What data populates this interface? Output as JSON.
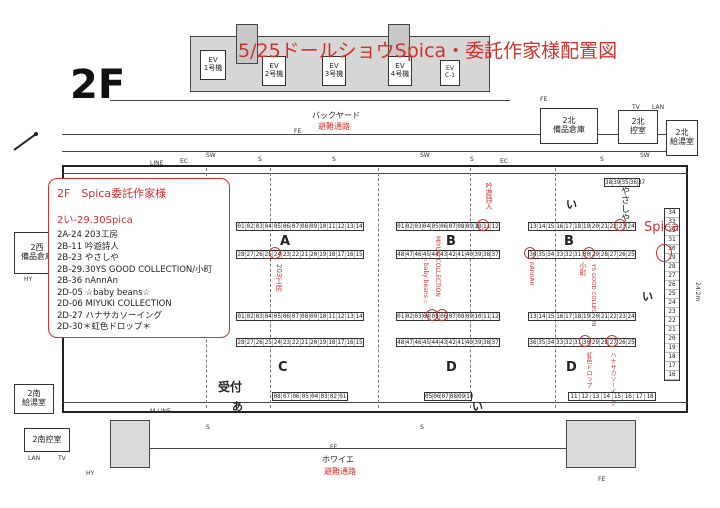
{
  "title": "5/25ドールショウSpica・委託作家様配置図",
  "floor": "2F",
  "legend": {
    "heading": "2F　Spica委託作家様",
    "range": "2い-29.30Spica",
    "items": [
      "2A-24 203工房",
      "2B-11 吟遊詩人",
      "2B-23 やさしや",
      "2B-29.30YS GOOD COLLECTION/小町",
      "2B-36 nAnnAn",
      "2D-05 ☆baby beans☆",
      "2D-06 MIYUKI COLLECTION",
      "2D-27 ハナサカソーイング",
      "2D-30＊虹色ドロップ＊"
    ]
  },
  "areas": {
    "backyard": "バックヤード",
    "evac_top": "避難通路",
    "foyer": "ホワイエ",
    "evac_bottom": "避難通路",
    "storage_north": "2北\n備品倉庫",
    "control_north": "2北\n控室",
    "kitchen_north": "2北\n給湯室",
    "storage_west": "2西\n備品倉庫",
    "kitchen_south": "2南\n給湯室",
    "control_south": "2南控室",
    "reception": "受付",
    "spica": "Spica"
  },
  "elevators": [
    "EV\n1号機",
    "EV\n2号機",
    "EV\n3号機",
    "EV\n4号機",
    "EV\nC-1"
  ],
  "misc_labels": {
    "lan": "LAN",
    "tv": "TV",
    "hy": "HY",
    "fe": "FE",
    "sw": "SW",
    "ec": "EC",
    "s": "S",
    "line": "LINE",
    "mline": "M-LINE",
    "dim": "24.2m"
  },
  "blocks": {
    "A": "A",
    "B1": "B",
    "B2": "B",
    "C": "C",
    "D1": "D",
    "D2": "D",
    "i1": "い",
    "i2": "い",
    "i3": "い",
    "a": "あ"
  },
  "rows": {
    "A_top": [
      "01",
      "02",
      "03",
      "04",
      "05",
      "06",
      "07",
      "08",
      "09",
      "10",
      "11",
      "12",
      "13",
      "14"
    ],
    "A_bot": [
      "28",
      "27",
      "26",
      "25",
      "24",
      "23",
      "22",
      "21",
      "20",
      "19",
      "18",
      "17",
      "16",
      "15"
    ],
    "C_top": [
      "01",
      "02",
      "03",
      "04",
      "05",
      "06",
      "07",
      "08",
      "09",
      "10",
      "11",
      "12",
      "13",
      "14"
    ],
    "C_bot": [
      "28",
      "27",
      "26",
      "25",
      "24",
      "23",
      "22",
      "21",
      "20",
      "19",
      "18",
      "17",
      "16",
      "15"
    ],
    "B_top": [
      "01",
      "02",
      "03",
      "04",
      "05",
      "06",
      "07",
      "08",
      "09",
      "10",
      "11",
      "12"
    ],
    "B_bot": [
      "48",
      "47",
      "46",
      "45",
      "44",
      "43",
      "42",
      "41",
      "40",
      "39",
      "38",
      "37"
    ],
    "D_top": [
      "01",
      "02",
      "03",
      "04",
      "05",
      "06",
      "07",
      "08",
      "09",
      "10",
      "11",
      "12"
    ],
    "D_bot": [
      "48",
      "47",
      "46",
      "45",
      "44",
      "43",
      "42",
      "41",
      "40",
      "39",
      "38",
      "37"
    ],
    "B2_top": [
      "13",
      "14",
      "15",
      "16",
      "17",
      "18",
      "19",
      "20",
      "21",
      "22",
      "23",
      "24"
    ],
    "B2_bot": [
      "36",
      "35",
      "34",
      "33",
      "32",
      "31",
      "30",
      "29",
      "28",
      "27",
      "26",
      "25"
    ],
    "D2_top": [
      "13",
      "14",
      "15",
      "16",
      "17",
      "18",
      "19",
      "20",
      "21",
      "22",
      "23",
      "24"
    ],
    "D2_bot": [
      "36",
      "35",
      "34",
      "33",
      "32",
      "31",
      "30",
      "29",
      "28",
      "27",
      "26",
      "25"
    ],
    "top_right": [
      "38",
      "39",
      "35",
      "36",
      "37"
    ],
    "bottom_a": [
      "08",
      "07",
      "06",
      "05",
      "04",
      "03",
      "02",
      "01"
    ],
    "bottom_i": [
      "05",
      "06",
      "07",
      "08",
      "09",
      "10"
    ],
    "bottom_d2": [
      "11",
      "12",
      "13",
      "14",
      "15",
      "16",
      "17",
      "18"
    ],
    "right_col": [
      "34",
      "33",
      "32",
      "31",
      "30",
      "29",
      "28",
      "27",
      "26",
      "25",
      "24",
      "23",
      "22",
      "21",
      "20",
      "19",
      "18",
      "17",
      "16"
    ]
  },
  "vertical_labels": {
    "a24": "203工房",
    "b11": "吟遊詩人",
    "b23": "やさしや",
    "b36": "nAnnAn",
    "b29": "YS GOOD COLLECTION",
    "komachi": "小町",
    "d05": "☆baby beans☆",
    "d06": "MIYUKI COLLECTION",
    "d27": "ハナサカソーイング",
    "d30": "虹色ドロップ"
  }
}
